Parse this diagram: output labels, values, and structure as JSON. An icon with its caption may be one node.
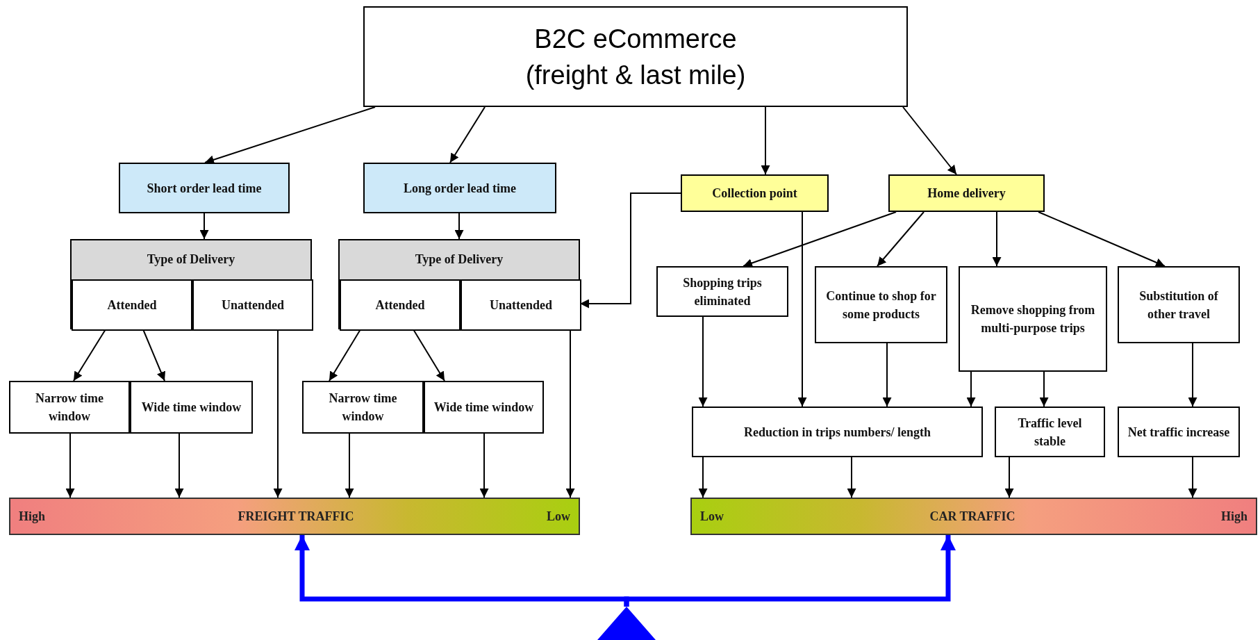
{
  "diagram": {
    "nodes": [
      {
        "text": [
          "B2C eCommerce (freight & last mile)"
        ]
      },
      {
        "text": [
          "Short order lead time"
        ]
      },
      {
        "text": [
          "Long order lead time"
        ]
      },
      {
        "text": [
          "Collection point"
        ]
      },
      {
        "text": [
          "Home delivery"
        ]
      },
      {
        "text": [
          "Type of Delivery"
        ]
      },
      {
        "text": [
          "Attended"
        ],
        "in": 5
      },
      {
        "text": [
          "Unattended"
        ],
        "in": 5
      },
      {
        "text": [
          "Type of Delivery"
        ]
      },
      {
        "text": [
          "Attended"
        ],
        "in": 8
      },
      {
        "text": [
          "Unattended"
        ],
        "in": 8
      },
      {
        "text": [
          "Shopping trips eliminated"
        ]
      },
      {
        "text": [
          "Continue to shop for some products"
        ]
      },
      {
        "text": [
          "Remove shopping from multi-purpose trips"
        ]
      },
      {
        "text": [
          "Substitution of other travel"
        ]
      },
      {
        "text": [
          "Narrow time window"
        ]
      },
      {
        "text": [
          "Wide time window"
        ]
      },
      {
        "text": [
          "Narrow time window"
        ]
      },
      {
        "text": [
          "Wide time window"
        ]
      },
      {
        "text": [
          "Reduction in trips numbers/ length"
        ]
      },
      {
        "text": [
          "Traffic level stable"
        ]
      },
      {
        "text": [
          "Net traffic increase"
        ]
      },
      {
        "text": [
          "High",
          "FREIGHT TRAFFIC",
          "Low"
        ]
      },
      {
        "text": [
          "Low",
          "CAR TRAFFIC",
          "High"
        ]
      },
      {
        "text": [],
        "shape": "triangle"
      }
    ],
    "edges": [
      {
        "from": 0,
        "to": 1,
        "arrow": "to"
      },
      {
        "from": 0,
        "to": 2,
        "arrow": "to"
      },
      {
        "from": 0,
        "to": 3,
        "arrow": "to"
      },
      {
        "from": 0,
        "to": 4,
        "arrow": "to"
      },
      {
        "from": 1,
        "to": 5,
        "arrow": "to"
      },
      {
        "from": 2,
        "to": 8,
        "arrow": "to"
      },
      {
        "from": 3,
        "to": 10,
        "arrow": "to"
      },
      {
        "from": 6,
        "to": 15,
        "arrow": "to"
      },
      {
        "from": 6,
        "to": 16,
        "arrow": "to"
      },
      {
        "from": 7,
        "to": 22,
        "arrow": "to"
      },
      {
        "from": 9,
        "to": 17,
        "arrow": "to"
      },
      {
        "from": 9,
        "to": 18,
        "arrow": "to"
      },
      {
        "from": 10,
        "to": 22,
        "arrow": "to"
      },
      {
        "from": 15,
        "to": 22,
        "arrow": "to"
      },
      {
        "from": 16,
        "to": 22,
        "arrow": "to"
      },
      {
        "from": 17,
        "to": 22,
        "arrow": "to"
      },
      {
        "from": 18,
        "to": 22,
        "arrow": "to"
      },
      {
        "from": 3,
        "to": 19,
        "arrow": "to"
      },
      {
        "from": 4,
        "to": 11,
        "arrow": "to"
      },
      {
        "from": 4,
        "to": 12,
        "arrow": "to"
      },
      {
        "from": 4,
        "to": 13,
        "arrow": "to"
      },
      {
        "from": 4,
        "to": 14,
        "arrow": "to"
      },
      {
        "from": 11,
        "to": 19,
        "arrow": "to"
      },
      {
        "from": 12,
        "to": 19,
        "arrow": "to"
      },
      {
        "from": 13,
        "to": 19,
        "arrow": "to"
      },
      {
        "from": 13,
        "to": 20,
        "arrow": "to"
      },
      {
        "from": 14,
        "to": 21,
        "arrow": "to"
      },
      {
        "from": 19,
        "to": 23,
        "arrow": "to"
      },
      {
        "from": 19,
        "to": 23,
        "arrow": "to"
      },
      {
        "from": 20,
        "to": 23,
        "arrow": "to"
      },
      {
        "from": 21,
        "to": 23,
        "arrow": "to"
      },
      {
        "from": 24,
        "to": 22,
        "arrow": "to",
        "style": "thick",
        "color": "#0000ff"
      },
      {
        "from": 24,
        "to": 23,
        "arrow": "to",
        "style": "thick",
        "color": "#0000ff"
      }
    ]
  }
}
